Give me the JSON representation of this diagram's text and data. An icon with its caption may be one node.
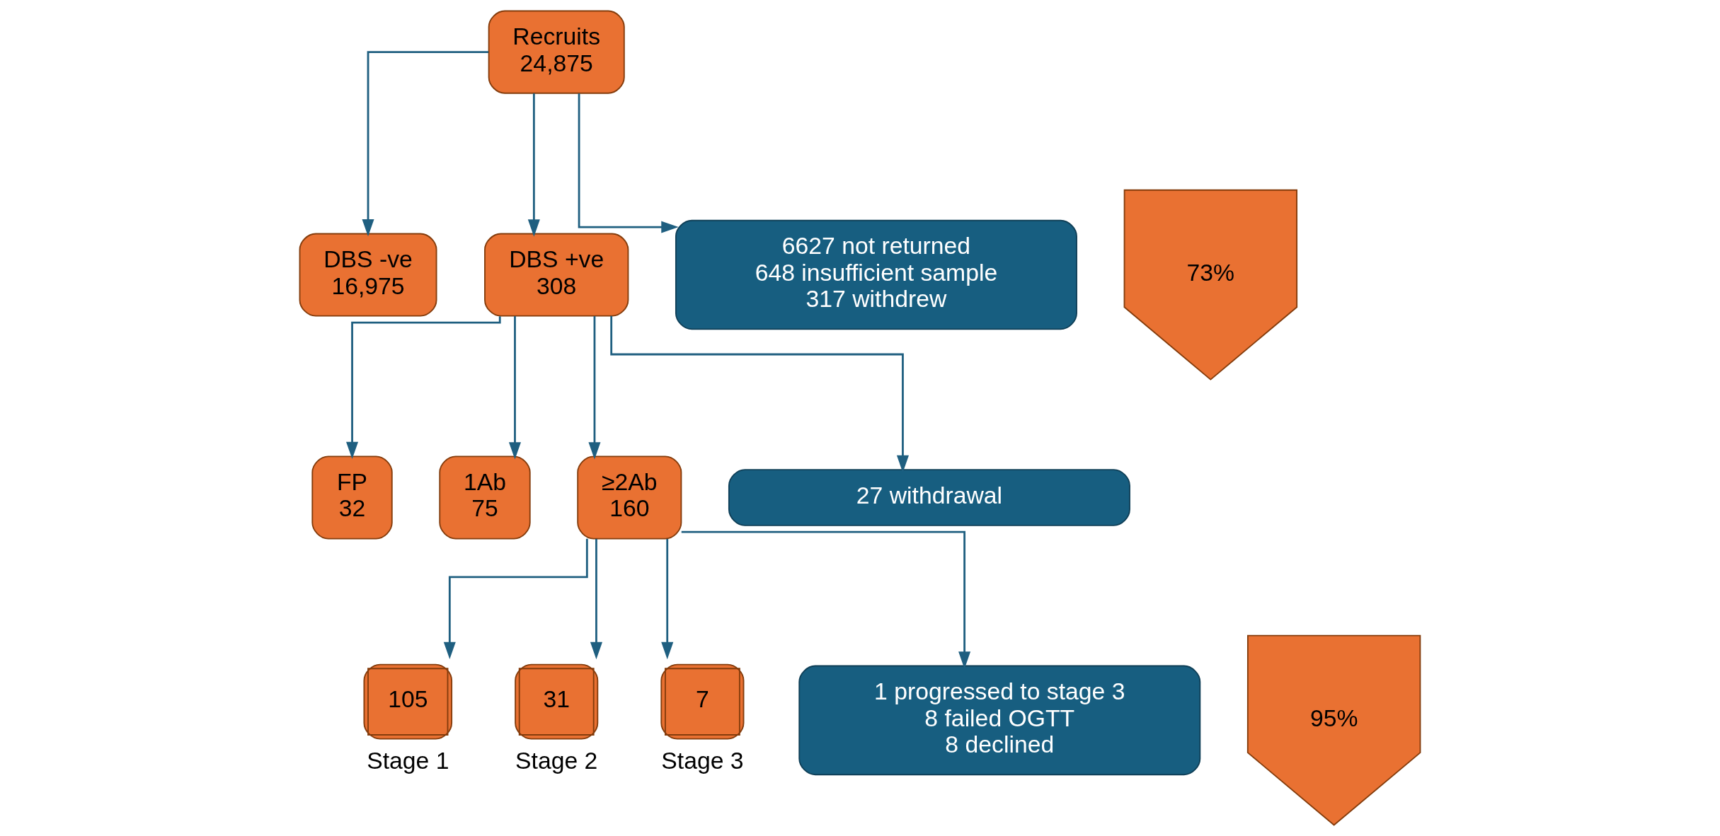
{
  "diagram": {
    "nodes": [
      {
        "text": [
          "Recruits",
          "24,875"
        ]
      },
      {
        "text": [
          "DBS -ve",
          "16,975"
        ]
      },
      {
        "text": [
          "DBS +ve",
          "308"
        ]
      },
      {
        "text": [
          "6627 not returned",
          "648 insufficient sample",
          "317 withdrew"
        ]
      },
      {
        "text": [
          "FP",
          "32"
        ]
      },
      {
        "text": [
          "1Ab",
          "75"
        ]
      },
      {
        "text": [
          "≥2Ab",
          "160"
        ]
      },
      {
        "text": [
          "27 withdrawal"
        ]
      },
      {
        "text": [
          "105"
        ],
        "beside": [
          "Stage 1"
        ]
      },
      {
        "text": [
          "31"
        ],
        "beside": [
          "Stage 2"
        ]
      },
      {
        "text": [
          "7"
        ],
        "beside": [
          "Stage 3"
        ]
      },
      {
        "text": [
          "1 progressed to stage 3",
          "8 failed OGTT",
          "8 declined"
        ]
      },
      {
        "text": [
          "73%"
        ]
      },
      {
        "text": [
          "95%"
        ]
      }
    ],
    "edges": [
      {
        "from": 0,
        "to": 3,
        "arrow": "to"
      },
      {
        "from": 0,
        "to": 1,
        "arrow": "to"
      },
      {
        "from": 0,
        "to": 2,
        "arrow": "to"
      },
      {
        "from": 2,
        "to": 7,
        "arrow": "to"
      },
      {
        "from": 2,
        "to": 4,
        "arrow": "to"
      },
      {
        "from": 2,
        "to": 5,
        "arrow": "to"
      },
      {
        "from": 2,
        "to": 6,
        "arrow": "to"
      },
      {
        "from": 6,
        "to": 11,
        "arrow": "to"
      },
      {
        "from": 6,
        "to": 8,
        "arrow": "to"
      },
      {
        "from": 6,
        "to": 9,
        "arrow": "to"
      },
      {
        "from": 6,
        "to": 10,
        "arrow": "to"
      }
    ]
  }
}
